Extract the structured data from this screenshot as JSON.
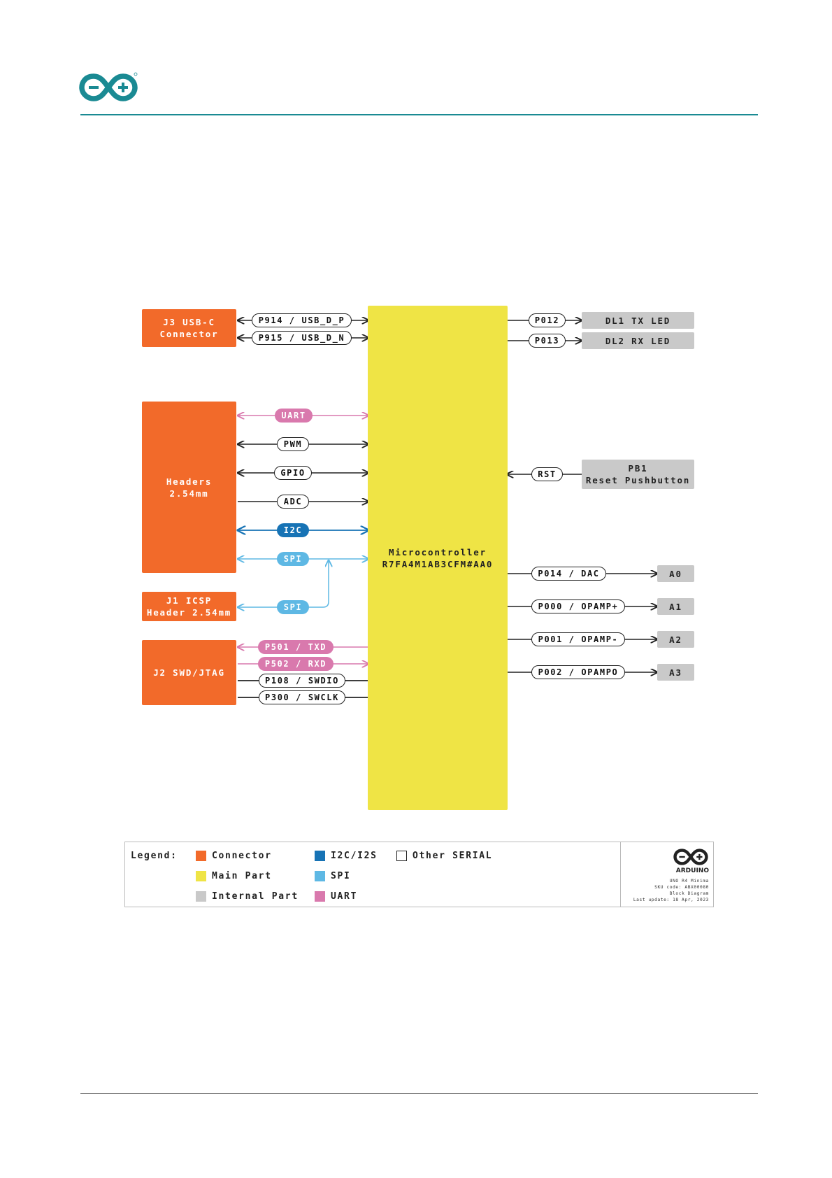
{
  "header": {
    "logo_icon": "arduino-infinity-logo",
    "accent_color": "#1a8a93"
  },
  "colors": {
    "connector": "#f26a2a",
    "main_part": "#efe445",
    "internal_part": "#c9c9c9",
    "i2c": "#1773b5",
    "spi": "#5eb8e4",
    "uart": "#d979ad"
  },
  "blocks": {
    "j3": "J3 USB-C\nConnector",
    "headers": "Headers\n2.54mm",
    "j1": "J1 ICSP\nHeader 2.54mm",
    "j2": "J2 SWD/JTAG",
    "mcu": "Microcontroller\nR7FA4M1AB3CFM#AA0",
    "dl1": "DL1 TX LED",
    "dl2": "DL2 RX LED",
    "pb1": "PB1\nReset Pushbutton",
    "a0": "A0",
    "a1": "A1",
    "a2": "A2",
    "a3": "A3"
  },
  "signals": {
    "usb_p": "P914 / USB_D_P",
    "usb_n": "P915 / USB_D_N",
    "uart": "UART",
    "pwm": "PWM",
    "gpio": "GPIO",
    "adc": "ADC",
    "i2c": "I2C",
    "spi": "SPI",
    "spi_icsp": "SPI",
    "txd": "P501 / TXD",
    "rxd": "P502 / RXD",
    "swdio": "P108 / SWDIO",
    "swclk": "P300 / SWCLK",
    "p012": "P012",
    "p013": "P013",
    "rst": "RST",
    "dac": "P014 / DAC",
    "opamp_p": "P000 / OPAMP+",
    "opamp_n": "P001 / OPAMP-",
    "opamp_o": "P002 / OPAMPO"
  },
  "legend": {
    "title": "Legend:",
    "connector": "Connector",
    "main_part": "Main Part",
    "internal_part": "Internal Part",
    "i2c_i2s": "I2C/I2S",
    "spi": "SPI",
    "uart": "UART",
    "other_serial": "Other SERIAL"
  },
  "stamp": {
    "brand": "ARDUINO",
    "product": "UNO R4 Minima",
    "sku": "SKU code: ABX00080",
    "doc": "Block Diagram",
    "updated": "Last update: 18 Apr, 2023"
  }
}
